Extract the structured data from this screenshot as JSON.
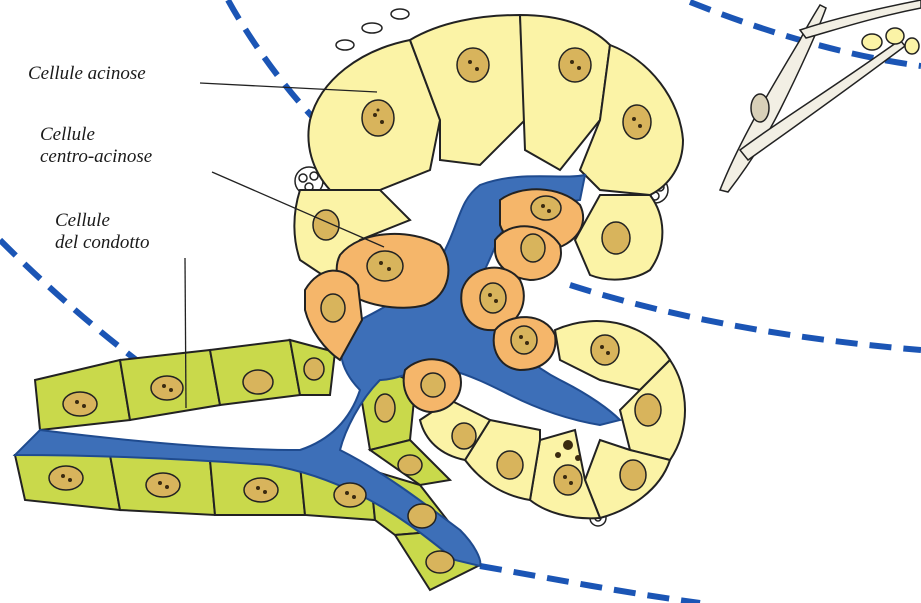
{
  "labels": {
    "acinar": [
      "Cellule acinose"
    ],
    "centroacinar": [
      "Cellule",
      "centro-acinose"
    ],
    "duct": [
      "Cellule",
      "del condotto"
    ]
  },
  "colors": {
    "acinar_fill": "#fbf3a6",
    "acinar_stroke": "#222222",
    "nucleus_fill": "#d8b45c",
    "nucleus_speckle": "#3a2a10",
    "centroacinar_fill": "#f5b66a",
    "duct_cell_fill": "#c9d94b",
    "lumen_fill": "#3d6fb8",
    "lumen_edge": "#1f4b8f",
    "dashed_line": "#1b55b5",
    "fibroblast_fill": "#f2efe4"
  },
  "icons": [
    "capillary-icon",
    "fibroblast-icon",
    "red-blood-cell-icon"
  ]
}
